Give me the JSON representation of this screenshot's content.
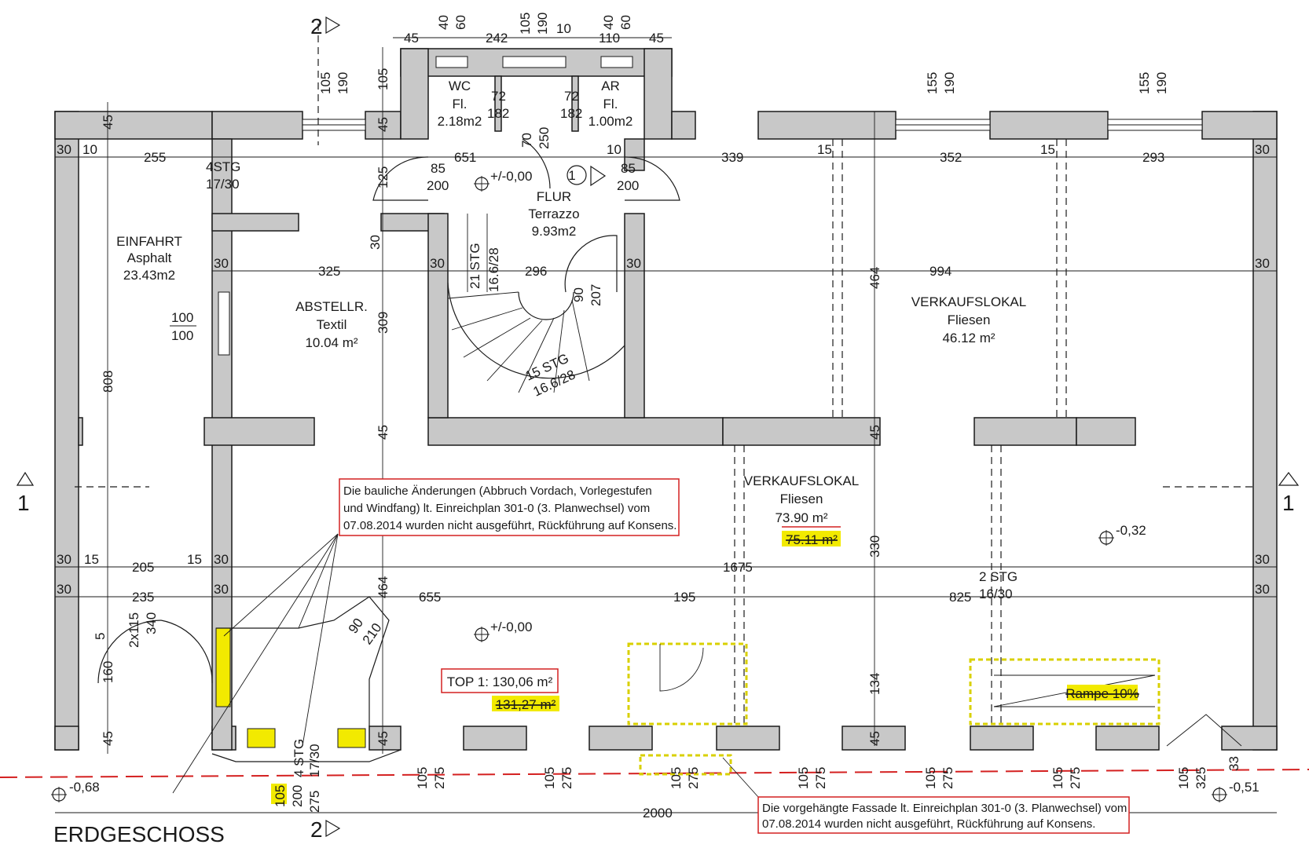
{
  "drawing": {
    "title": "ERDGESCHOSS",
    "section_marks": {
      "top": "2",
      "bottom": "2",
      "left": "1",
      "right": "1"
    }
  },
  "rooms": [
    {
      "id": "einfahrt",
      "name": "EINFAHRT",
      "finish": "Asphalt",
      "area": "23.43m2"
    },
    {
      "id": "wc",
      "name": "WC",
      "finish": "Fl.",
      "area": "2.18m2"
    },
    {
      "id": "ar",
      "name": "AR",
      "finish": "Fl.",
      "area": "1.00m2"
    },
    {
      "id": "flur",
      "name": "FLUR",
      "finish": "Terrazzo",
      "area": "9.93m2"
    },
    {
      "id": "abstellr",
      "name": "ABSTELLR.",
      "finish": "Textil",
      "area": "10.04 m²"
    },
    {
      "id": "verkauf1",
      "name": "VERKAUFSLOKAL",
      "finish": "Fliesen",
      "area": "46.12 m²"
    },
    {
      "id": "verkauf2",
      "name": "VERKAUFSLOKAL",
      "finish": "Fliesen",
      "area": "73.90 m²",
      "area_new": "75.11 m²"
    }
  ],
  "top1": {
    "label": "TOP 1: 130,06 m²",
    "new": "131,27 m²"
  },
  "ramp": "Rampe 10%",
  "stairs": {
    "s4": {
      "steps": "4STG",
      "rise": "17/30"
    },
    "s21": {
      "steps": "21 STG",
      "rise": "16.6/28"
    },
    "s15": {
      "steps": "15 STG",
      "rise": "16.6/28"
    },
    "s2": {
      "steps": "2 STG",
      "rise": "16/30"
    },
    "s4b": {
      "steps": "4 STG",
      "rise": "17/30"
    }
  },
  "levels": {
    "flur": "+/-0,00",
    "top1": "+/-0,00",
    "right": "-0,32",
    "outside_left": "-0,68",
    "outside_right": "-0,51"
  },
  "marker": "1",
  "notes": [
    {
      "id": "note1",
      "lines": [
        "Die bauliche Änderungen (Abbruch Vordach, Vorlegestufen",
        "und Windfang) lt. Einreichplan 301-0 (3. Planwechsel) vom",
        "07.08.2014 wurden nicht ausgeführt, Rückführung auf Konsens."
      ]
    },
    {
      "id": "note2",
      "lines": [
        "Die vorgehängte Fassade lt. Einreichplan 301-0 (3. Planwechsel) vom",
        "07.08.2014 wurden nicht ausgeführt, Rückführung auf Konsens."
      ]
    }
  ],
  "dims": {
    "t45a": "45",
    "t242": "242",
    "t110": "110",
    "t45b": "45",
    "t40a": "40",
    "t60a": "60",
    "t105a": "105",
    "t190a": "190",
    "t10a": "10",
    "t40b": "40",
    "t60b": "60",
    "w105": "105",
    "w190": "190",
    "w155a": "155",
    "w190b": "190",
    "w155b": "155",
    "w190c": "190",
    "v105": "105",
    "v45a": "45",
    "v45b": "45",
    "r30a": "30",
    "r10": "10",
    "r255": "255",
    "r651": "651",
    "r10b": "10",
    "r339": "339",
    "r15a": "15",
    "r352": "352",
    "r15b": "15",
    "r293": "293",
    "r30b": "30",
    "wc72": "72",
    "wc182": "182",
    "ar72": "72",
    "ar182": "182",
    "d85a": "85",
    "d200a": "200",
    "d85b": "85",
    "d200b": "200",
    "d70": "70",
    "d250": "250",
    "v125": "125",
    "v30": "30",
    "v309": "309",
    "v464": "464",
    "v45c": "45",
    "v45d": "45",
    "m30a": "30",
    "m325": "325",
    "m30b": "30",
    "m296": "296",
    "m30c": "30",
    "m994": "994",
    "m30d": "30",
    "d90": "90",
    "d207": "207",
    "win100a": "100",
    "win100b": "100",
    "v808": "808",
    "l30a": "30",
    "l15a": "15",
    "l205": "205",
    "l15b": "15",
    "l30b": "30",
    "l1675": "1675",
    "l30c": "30",
    "n30a": "30",
    "n235": "235",
    "n30b": "30",
    "n655": "655",
    "n195": "195",
    "n825": "825",
    "n30c": "30",
    "v330": "330",
    "v464b": "464",
    "v134": "134",
    "v45e": "45",
    "v45f": "45",
    "v45g": "45",
    "e5": "5",
    "e2x115": "2x115",
    "e340": "340",
    "e160": "160",
    "e45": "45",
    "f90": "90",
    "f210": "210",
    "b105a": "105",
    "b275a": "275",
    "b105b": "105",
    "b275b": "275",
    "b105c": "105",
    "b275c": "275",
    "b105d": "105",
    "b275d": "275",
    "b105e": "105",
    "b275e": "275",
    "b105f": "105",
    "b275f": "275",
    "b105g": "105",
    "b325": "325",
    "b33": "33",
    "s105": "105",
    "s200": "200",
    "s275": "275",
    "total": "2000"
  },
  "colors": {
    "wall": "#c8c8c8",
    "red": "#d42020",
    "yellow": "#f2ea00"
  }
}
